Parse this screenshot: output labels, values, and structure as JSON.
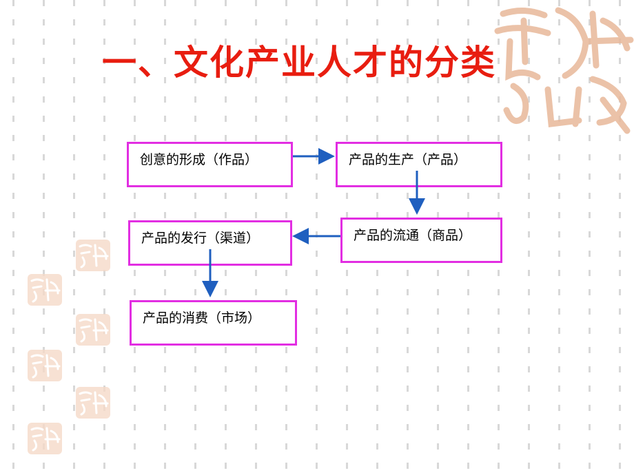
{
  "title": "一、文化产业人才的分类",
  "flow": {
    "nodes": [
      {
        "id": "creation",
        "label": "创意的形成（作品）"
      },
      {
        "id": "production",
        "label": "产品的生产（产品）"
      },
      {
        "id": "circulation",
        "label": "产品的流通（商品）"
      },
      {
        "id": "distribution",
        "label": "产品的发行（渠道）"
      },
      {
        "id": "consumption",
        "label": "产品的消费（市场）"
      }
    ],
    "edges": [
      {
        "from": "creation",
        "to": "production"
      },
      {
        "from": "production",
        "to": "circulation"
      },
      {
        "from": "circulation",
        "to": "distribution"
      },
      {
        "from": "distribution",
        "to": "consumption"
      }
    ]
  },
  "colors": {
    "title": "#e81d10",
    "box_border": "#e22ee2",
    "arrow": "#1f5fbf",
    "seal": "#e8b89a"
  },
  "decor": {
    "background": "dashed-vertical-lines",
    "corner_icon": "calligraphy-seal-icon",
    "left_icons": "small-seal-stamp-icon"
  }
}
